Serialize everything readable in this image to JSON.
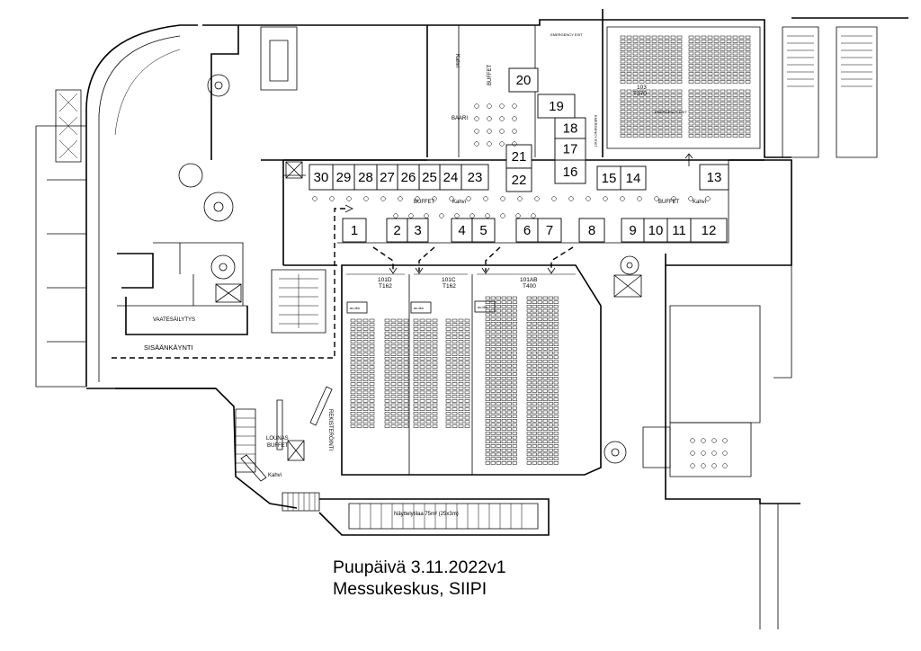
{
  "caption": {
    "line1": "Puupäivä 3.11.2022v1",
    "line2": "Messukeskus, SIIPI"
  },
  "booths": [
    {
      "label": "1"
    },
    {
      "label": "2"
    },
    {
      "label": "3"
    },
    {
      "label": "4"
    },
    {
      "label": "5"
    },
    {
      "label": "6"
    },
    {
      "label": "7"
    },
    {
      "label": "8"
    },
    {
      "label": "9"
    },
    {
      "label": "10"
    },
    {
      "label": "11"
    },
    {
      "label": "12"
    },
    {
      "label": "13"
    },
    {
      "label": "14"
    },
    {
      "label": "15"
    },
    {
      "label": "16"
    },
    {
      "label": "17"
    },
    {
      "label": "18"
    },
    {
      "label": "19"
    },
    {
      "label": "20"
    },
    {
      "label": "21"
    },
    {
      "label": "22"
    },
    {
      "label": "23"
    },
    {
      "label": "24"
    },
    {
      "label": "25"
    },
    {
      "label": "26"
    },
    {
      "label": "27"
    },
    {
      "label": "28"
    },
    {
      "label": "29"
    },
    {
      "label": "30"
    }
  ],
  "areas": {
    "buffet_top": "BUFFET",
    "kahvi_top": "Kahvi",
    "baari": "BAARI",
    "buffet_corridor_left": "BUFFET",
    "kahvi_corridor_left": "Kahvi",
    "buffet_corridor_right": "BUFFET",
    "kahvi_corridor_right": "Kahvi",
    "emergency_exit_top": "EMERGENCY EXIT",
    "emergency_exit_mid": "EMERGENCY EXIT",
    "emergency_exit_vertical": "EMERGENCY EXIT",
    "vaatesailytys": "VAATESÄILYTYS",
    "sisaankaynti": "SISÄÄNKÄYNTI",
    "rekisterointi": "REKISTERÖINTI",
    "lounas_line1": "LOUNAS",
    "lounas_line2": "BUFFET",
    "kahvi_lower": "Kahvi",
    "nayttelytila": "Näyttelytilaa 75m² (25x3m)",
    "room_101d_name": "101D",
    "room_101d_cap": "T162",
    "room_101c_name": "101C",
    "room_101c_cap": "T162",
    "room_101ab_name": "101AB",
    "room_101ab_cap": "T400",
    "room_103_name": "103",
    "room_103_cap": "T370",
    "av_tila_d": "av-tila",
    "av_tila_c": "av-tila",
    "av_tila_ab": "av-tila"
  },
  "colors": {
    "ink": "#000000",
    "paper": "#ffffff"
  }
}
